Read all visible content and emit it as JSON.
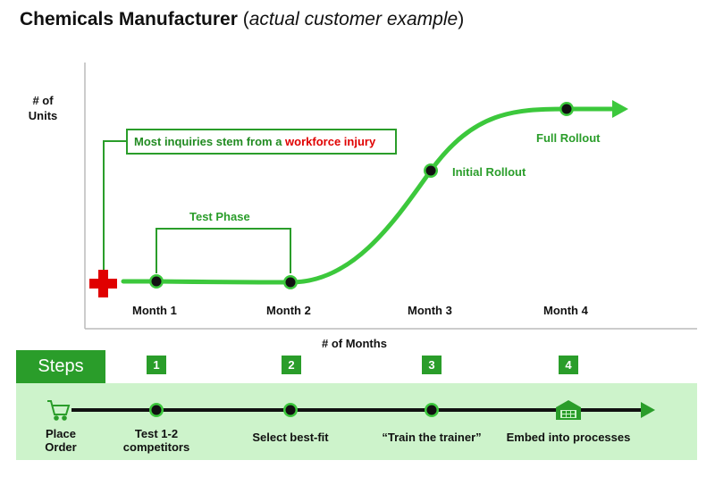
{
  "title": {
    "bold": "Chemicals Manufacturer",
    "open": " (",
    "italic": "actual customer example",
    "close": ")"
  },
  "y_axis_label": "# of Units",
  "x_axis_label": "# of Months",
  "callout": {
    "prefix": "Most inquiries stem from a ",
    "highlight": "workforce injury"
  },
  "months": [
    "Month 1",
    "Month 2",
    "Month 3",
    "Month 4"
  ],
  "phases": {
    "test": "Test Phase",
    "initial": "Initial Rollout",
    "full": "Full Rollout"
  },
  "steps_title": "Steps",
  "steps": [
    {
      "number": "",
      "label": "Place Order",
      "icon": "shopping-cart-icon"
    },
    {
      "number": "1",
      "label": "Test 1-2 competitors"
    },
    {
      "number": "2",
      "label": "Select best-fit"
    },
    {
      "number": "3",
      "label": "“Train the trainer”"
    },
    {
      "number": "4",
      "label": "Embed into processes",
      "icon": "warehouse-icon"
    }
  ],
  "colors": {
    "green": "#2a9d2a",
    "line_green": "#3cc83c",
    "red": "#e00000",
    "band": "#cdf3cb"
  }
}
